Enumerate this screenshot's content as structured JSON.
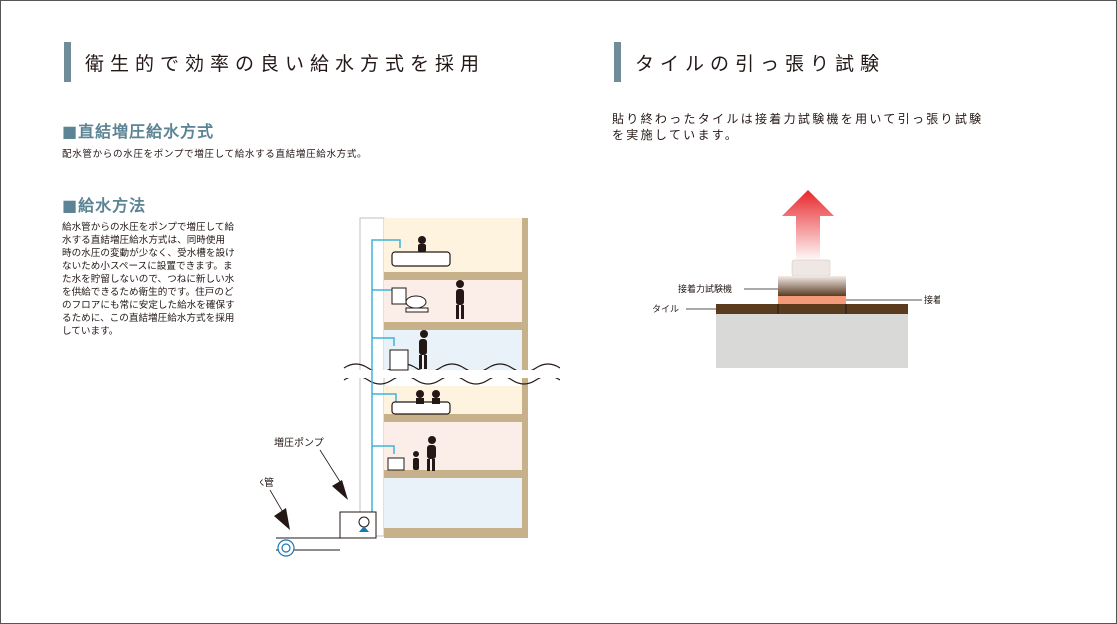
{
  "left": {
    "title": "衛生的で効率の良い給水方式を採用",
    "h1": "■直結増圧給水方式",
    "h1_text": "配水管からの水圧をポンプで増圧して給水する直結増圧給水方式。",
    "h2": "■給水方法",
    "h2_lines": [
      "給水管からの水圧をポンプで増圧して給",
      "水する直結増圧給水方式は、同時使用",
      "時の水圧の変動が少なく、受水槽を設け",
      "ないため小スペースに設置できます。ま",
      "た水を貯留しないので、つねに新しい水",
      "を供給できるため衛生的です。住戸のど",
      "のフロアにも常に安定した給水を確保す",
      "るために、この直結増圧給水方式を採用",
      "しています。"
    ],
    "label_pump": "増圧ポンプ",
    "label_pipe": "給水管"
  },
  "right": {
    "title": "タイルの引っ張り試験",
    "text_lines": [
      "貼り終わったタイルは接着力試験機を用いて引っ張り試験",
      "を実施しています。"
    ],
    "label_machine": "接着力試験機",
    "label_tile": "タイル",
    "label_adhesive": "接着剤"
  },
  "colors": {
    "accent": "#6f8d98",
    "subhead": "#5c8494",
    "pipe": "#3fb3d8",
    "floor": "#c7b18a",
    "arrow": "#e8262b"
  }
}
